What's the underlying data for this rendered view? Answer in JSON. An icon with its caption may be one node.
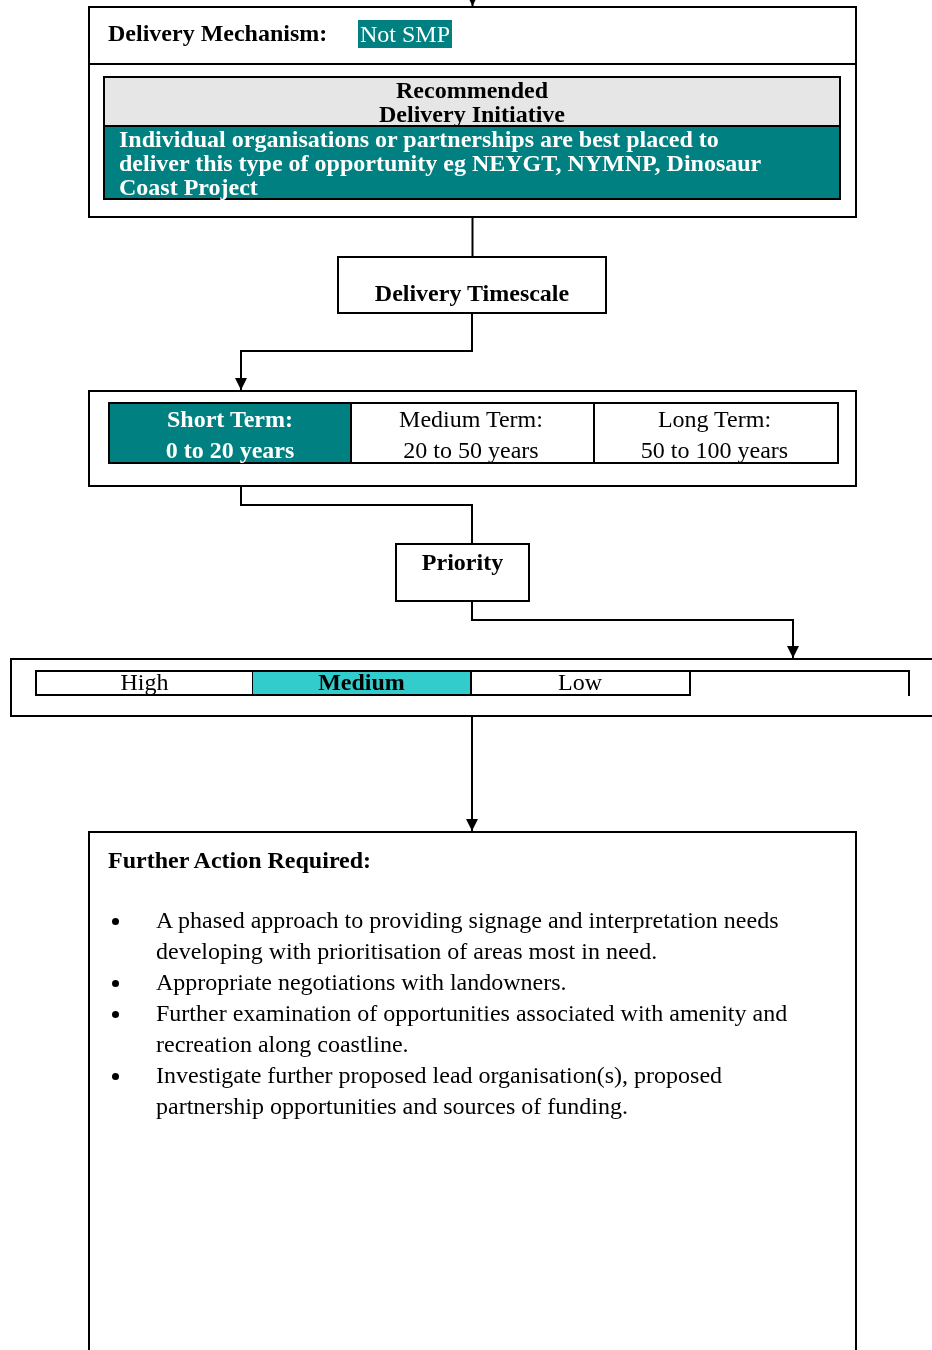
{
  "diagram": {
    "nodes": [
      {
        "text": [
          "Delivery Mechanism:",
          "Not SMP"
        ]
      },
      {
        "text": [
          "Recommended Delivery Initiative",
          "Individual organisations or partnerships are best placed to deliver this type of opportunity eg NEYGT, NYMNP, Dinosaur Coast Project"
        ],
        "in": 0
      },
      {
        "text": [
          "Delivery Timescale"
        ]
      },
      {
        "text": [],
        "shape": "box"
      },
      {
        "text": [
          "Short Term: 0 to 20 years"
        ],
        "in": 3
      },
      {
        "text": [
          "Medium Term: 20 to 50 years"
        ],
        "in": 3
      },
      {
        "text": [
          "Long Term: 50 to 100 years"
        ],
        "in": 3
      },
      {
        "text": [
          "Priority"
        ]
      },
      {
        "text": [],
        "shape": "box"
      },
      {
        "text": [
          "High"
        ],
        "in": 8
      },
      {
        "text": [
          "Medium"
        ],
        "in": 8
      },
      {
        "text": [
          "Low"
        ],
        "in": 8
      },
      {
        "text": [],
        "shape": "box",
        "in": 8
      },
      {
        "text": [
          "Further Action Required:",
          "A phased approach to providing signage and interpretation needs developing with prioritisation of areas most in need.",
          "Appropriate negotiations with landowners.",
          "Further examination of opportunities associated with amenity and recreation along coastline.",
          "Investigate further proposed lead organisation(s), proposed partnership opportunities and sources of funding."
        ]
      }
    ],
    "edges": [
      {
        "from": null,
        "to": 0,
        "arrow": "to"
      },
      {
        "from": 0,
        "to": 2,
        "arrow": "none"
      },
      {
        "from": 2,
        "to": 3,
        "arrow": "to"
      },
      {
        "from": 3,
        "to": 7,
        "arrow": "none"
      },
      {
        "from": 7,
        "to": 8,
        "arrow": "to"
      },
      {
        "from": 8,
        "to": 13,
        "arrow": "to"
      }
    ]
  }
}
